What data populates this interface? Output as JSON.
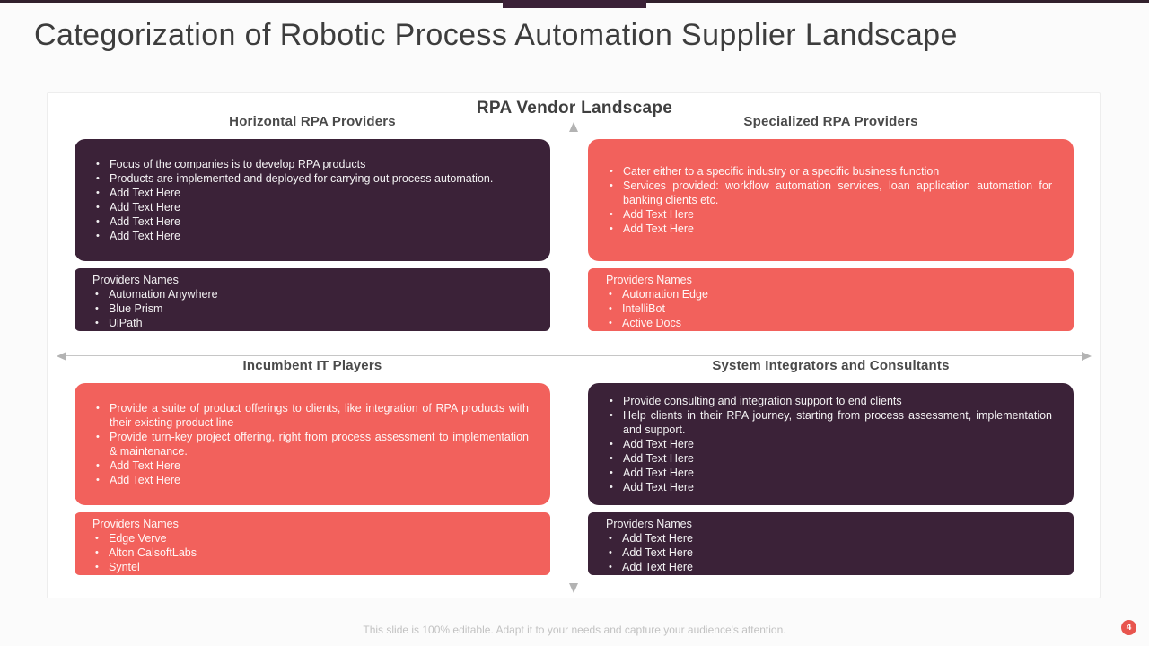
{
  "slide": {
    "title": "Categorization of Robotic Process Automation Supplier Landscape",
    "diagram_title": "RPA Vendor Landscape",
    "footer": "This slide is 100% editable. Adapt it to your needs and capture your audience's attention.",
    "page_number": "4"
  },
  "colors": {
    "dark_box": "#3b2238",
    "red_box": "#f2615c",
    "accent_bar": "#3b2238",
    "top_line": "#31202c",
    "axis": "#c6c6c6",
    "page_badge": "#e8554e",
    "header_text": "#4a4a4a"
  },
  "quadrants": [
    {
      "position": "top-left",
      "header": "Horizontal RPA Providers",
      "theme": "dark",
      "points": [
        "Focus of the companies is to develop RPA products",
        "Products are implemented and deployed for carrying out process automation.",
        "Add Text Here",
        "Add Text Here",
        "Add Text Here",
        "Add Text Here"
      ],
      "providers_label": "Providers Names",
      "providers": [
        "Automation Anywhere",
        "Blue Prism",
        "UiPath"
      ]
    },
    {
      "position": "top-right",
      "header": "Specialized RPA Providers",
      "theme": "red",
      "points": [
        "Cater either to a specific industry or a specific business function",
        "Services provided: workflow automation services, loan application automation for banking clients etc.",
        "Add Text Here",
        "Add Text Here"
      ],
      "providers_label": "Providers Names",
      "providers": [
        "Automation Edge",
        "IntelliBot",
        "Active Docs"
      ]
    },
    {
      "position": "bottom-left",
      "header": "Incumbent IT Players",
      "theme": "red",
      "points": [
        "Provide a suite of product offerings to clients, like integration of RPA products with their existing product line",
        "Provide turn-key project offering, right from process assessment to implementation & maintenance.",
        "Add Text Here",
        "Add Text Here"
      ],
      "providers_label": "Providers Names",
      "providers": [
        "Edge Verve",
        "Alton CalsoftLabs",
        "Syntel"
      ]
    },
    {
      "position": "bottom-right",
      "header": "System Integrators and Consultants",
      "theme": "dark",
      "points": [
        "Provide consulting and integration support to end clients",
        "Help clients in their RPA journey, starting from process assessment, implementation and support.",
        "Add Text Here",
        "Add Text Here",
        "Add Text Here",
        "Add Text Here"
      ],
      "providers_label": "Providers Names",
      "providers": [
        "Add Text Here",
        "Add Text Here",
        "Add Text Here"
      ]
    }
  ]
}
